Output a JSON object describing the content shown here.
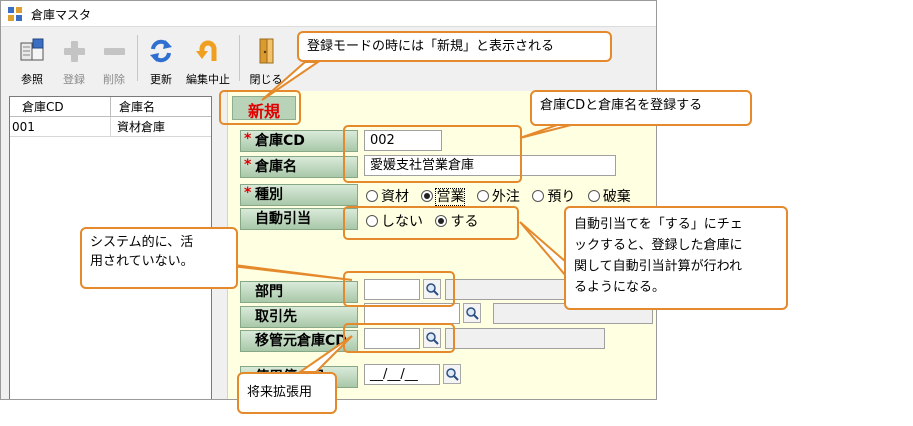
{
  "window": {
    "title": "倉庫マスタ"
  },
  "toolbar": {
    "items": [
      {
        "label": "参照",
        "icon": "book-icon",
        "enabled": true
      },
      {
        "label": "登録",
        "icon": "plus-icon",
        "enabled": false
      },
      {
        "label": "削除",
        "icon": "minus-icon",
        "enabled": false
      },
      {
        "label": "更新",
        "icon": "refresh-icon",
        "enabled": true
      },
      {
        "label": "編集中止",
        "icon": "undo-arrow-icon",
        "enabled": true
      },
      {
        "label": "閉じる",
        "icon": "door-icon",
        "enabled": true
      }
    ]
  },
  "list": {
    "columns": [
      "倉庫CD",
      "倉庫名"
    ],
    "rows": [
      {
        "code": "001",
        "name": "資材倉庫"
      }
    ]
  },
  "form": {
    "mode": "新規",
    "required_mark": "*",
    "warehouse_cd": {
      "label": "倉庫CD",
      "value": "002"
    },
    "warehouse_name": {
      "label": "倉庫名",
      "value": "愛媛支社営業倉庫"
    },
    "type": {
      "label": "種別",
      "options": [
        "資材",
        "営業",
        "外注",
        "預り",
        "破棄"
      ],
      "selected": "営業"
    },
    "auto_allocate": {
      "label": "自動引当",
      "options": [
        "しない",
        "する"
      ],
      "selected": "する"
    },
    "department": {
      "label": "部門",
      "value": ""
    },
    "supplier": {
      "label": "取引先",
      "value": ""
    },
    "transfer_source": {
      "label": "移管元倉庫CD",
      "value": ""
    },
    "start_date": {
      "label": "使用停止日",
      "value": "__/__/__"
    }
  },
  "annotations": {
    "mode_note": "登録モードの時には「新規」と表示される",
    "name_note": "倉庫CDと倉庫名を登録する",
    "system_note": [
      "システム的に、活",
      "用されていない。"
    ],
    "auto_note": [
      "自動引当てを「する」にチェ",
      "ックすると、登録した倉庫に",
      "関して自動引当計算が行われ",
      "るようになる。"
    ],
    "future_note": "将来拡張用"
  },
  "colors": {
    "accent": "#e48a2c",
    "panel_bg": "#ffffe1",
    "label_bg": "#a9c8a9",
    "mode_text": "#e00000"
  }
}
